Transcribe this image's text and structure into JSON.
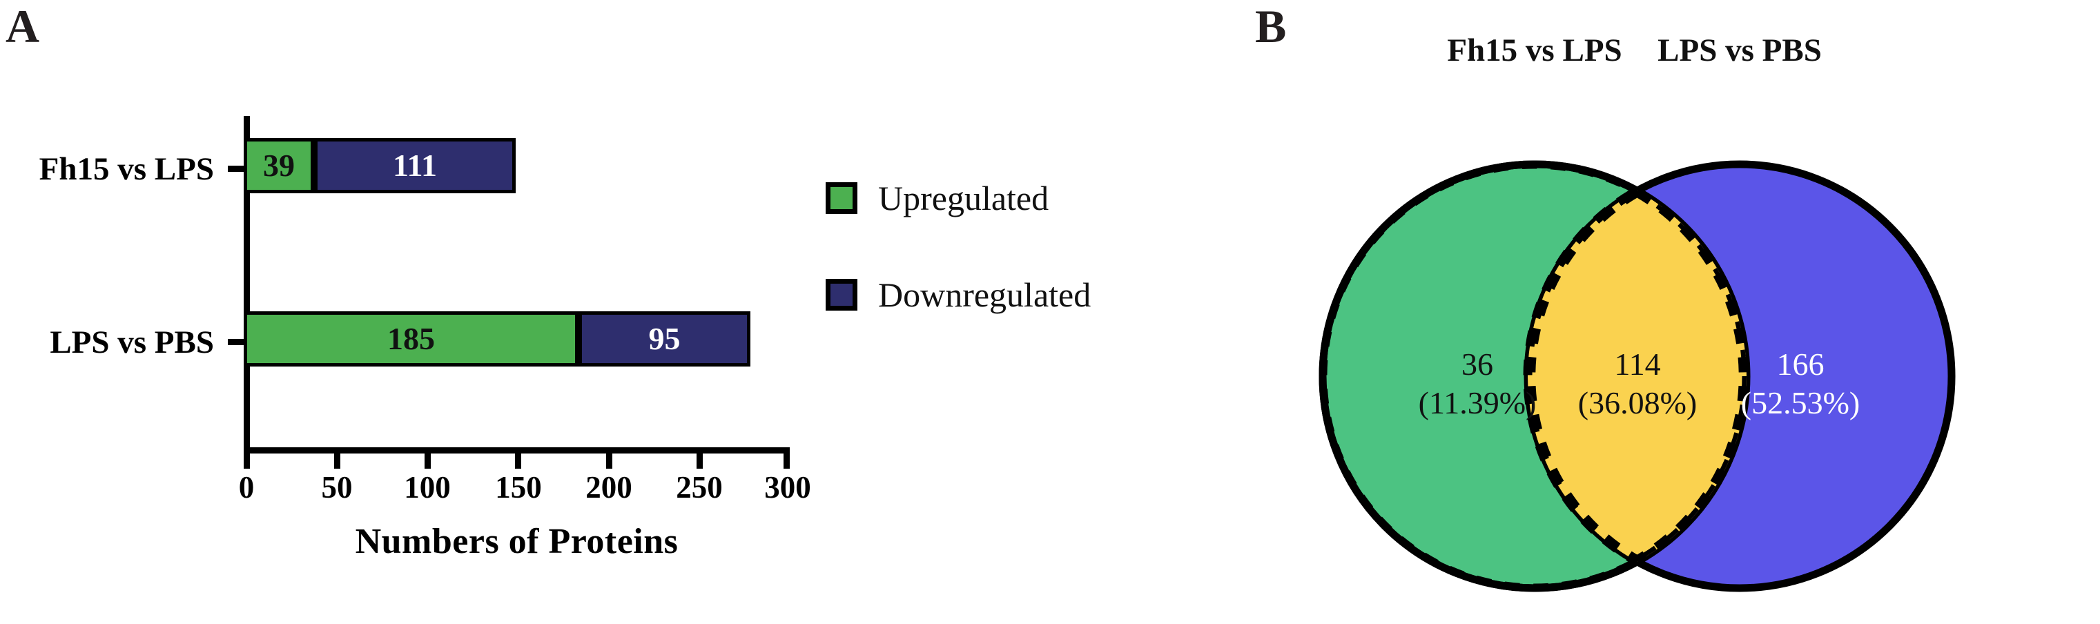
{
  "panels": {
    "a": {
      "letter": "A"
    },
    "b": {
      "letter": "B"
    }
  },
  "chart_data": [
    {
      "type": "bar",
      "orientation": "horizontal",
      "stacked": true,
      "title": "",
      "xlabel": "Numbers of Proteins",
      "ylabel": "",
      "xlim": [
        0,
        300
      ],
      "xticks": [
        "0",
        "50",
        "100",
        "150",
        "200",
        "250",
        "300"
      ],
      "grid": false,
      "categories": [
        "Fh15 vs LPS",
        "LPS vs PBS"
      ],
      "series": [
        {
          "name": "Upregulated",
          "color": "#4CB050",
          "values": [
            39,
            185
          ]
        },
        {
          "name": "Downregulated",
          "color": "#2E2E6E",
          "values": [
            111,
            95
          ]
        }
      ],
      "bar_labels": [
        {
          "category": "Fh15 vs LPS",
          "up": "39",
          "down": "111",
          "total": 150
        },
        {
          "category": "LPS vs PBS",
          "up": "185",
          "down": "95",
          "total": 280
        }
      ],
      "legend": {
        "position": "right",
        "entries": [
          {
            "label": "Upregulated",
            "color": "#4CB050"
          },
          {
            "label": "Downregulated",
            "color": "#2E2E6E"
          }
        ]
      }
    },
    {
      "type": "venn",
      "title": "",
      "sets": [
        {
          "name": "Fh15 vs LPS",
          "color": "#4CC382",
          "only_count": "36",
          "only_percent": "(11.39%)"
        },
        {
          "name": "LPS vs PBS",
          "color": "#5B55E8",
          "only_count": "166",
          "only_percent": "(52.53%)"
        }
      ],
      "intersection": {
        "color": "#FAD24F",
        "count": "114",
        "percent": "(36.08%)",
        "outline": "dashed"
      }
    }
  ],
  "colors": {
    "upregulated_green": "#4CB050",
    "downregulated_navy": "#2E2E6E",
    "venn_green": "#4CC382",
    "venn_blue": "#5B55E8",
    "venn_overlap_yellow": "#FAD24F",
    "outline_black": "#000000",
    "background": "#FFFFFF"
  }
}
